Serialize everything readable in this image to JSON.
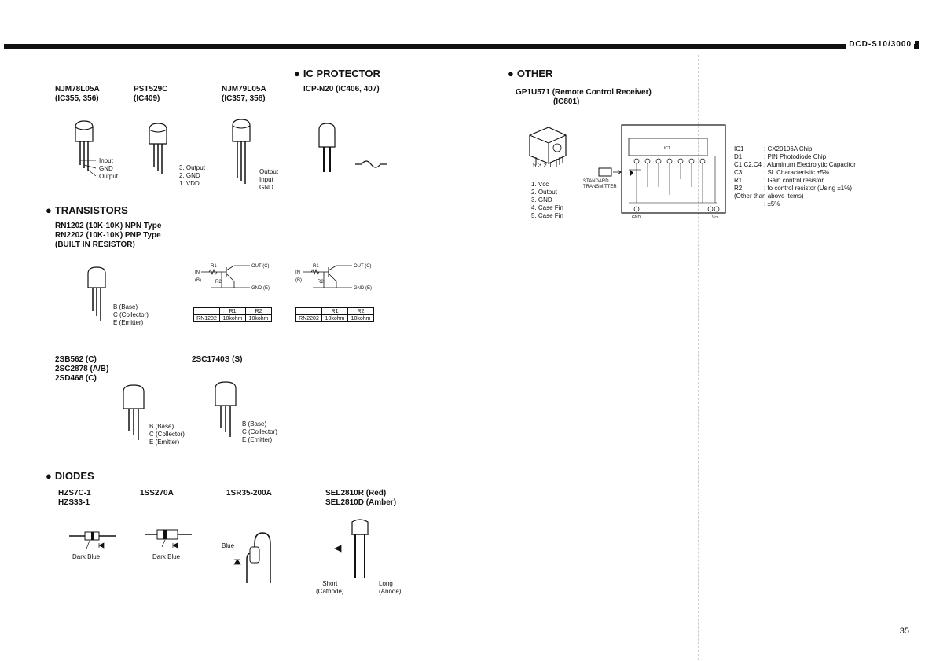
{
  "header": {
    "model": "DCD-S10/3000"
  },
  "page_number": "35",
  "ic_regulators": [
    {
      "part": "NJM78L05A",
      "refs": "(IC355, 356)",
      "pins": [
        "Input",
        "GND",
        "Output"
      ]
    },
    {
      "part": "PST529C",
      "refs": "(IC409)",
      "pins": [
        "3. Output",
        "2. GND",
        "1. VDD"
      ]
    },
    {
      "part": "NJM79L05A",
      "refs": "(IC357, 358)",
      "pins": [
        "Output",
        "Input",
        "GND"
      ]
    }
  ],
  "ic_protector": {
    "title": "IC PROTECTOR",
    "part": "ICP-N20 (IC406, 407)"
  },
  "transistors": {
    "title": "TRANSISTORS",
    "lines": [
      "RN1202 (10K-10K) NPN Type",
      "RN2202 (10K-10K) PNP Type",
      "(BUILT IN RESISTOR)"
    ],
    "pins": [
      "B (Base)",
      "C (Collector)",
      "E (Emitter)"
    ],
    "circuit": {
      "in": "IN",
      "b": "(B)",
      "r1": "R1",
      "r2": "R2",
      "out": "OUT (C)",
      "gnd": "GND (E)"
    },
    "tables": [
      {
        "header": [
          "",
          "R1",
          "R2"
        ],
        "row": [
          "RN1202",
          "10kohm",
          "10kohm"
        ]
      },
      {
        "header": [
          "",
          "R1",
          "R2"
        ],
        "row": [
          "RN2202",
          "10kohm",
          "10kohm"
        ]
      }
    ]
  },
  "transistors2": {
    "groupA": [
      "2SB562 (C)",
      "2SC2878 (A/B)",
      "2SD468 (C)"
    ],
    "groupB": [
      "2SC1740S (S)"
    ],
    "pins": [
      "B (Base)",
      "C (Collector)",
      "E (Emitter)"
    ]
  },
  "diodes": {
    "title": "DIODES",
    "items": [
      {
        "parts": [
          "HZS7C-1",
          "HZS33-1"
        ],
        "label": "Dark Blue"
      },
      {
        "parts": [
          "1SS270A"
        ],
        "label": "Dark Blue"
      },
      {
        "parts": [
          "1SR35-200A"
        ],
        "label": "Blue"
      },
      {
        "parts": [
          "SEL2810R (Red)",
          "SEL2810D (Amber)"
        ],
        "label_short": "Short",
        "label_short2": "(Cathode)",
        "label_long": "Long",
        "label_long2": "(Anode)"
      }
    ]
  },
  "other": {
    "title": "OTHER",
    "part": "GP1U571 (Remote Control Receiver)",
    "ref": "(IC801)",
    "pin_numbers": "5    3 2 1",
    "pins": [
      "1. Vcc",
      "2. Output",
      "3. GND",
      "4. Case Fin",
      "5. Case Fin"
    ],
    "transmitter": [
      "STANDARD",
      "TRANSMITTER"
    ],
    "schematic_labels": {
      "ic": "IC1",
      "gnd": "GND",
      "vcc": "Vcc"
    },
    "legend": [
      {
        "key": "IC1",
        "value": ": CX20106A Chip"
      },
      {
        "key": "D1",
        "value": ": PIN Photodiode Chip"
      },
      {
        "key": "C1,C2,C4",
        "value": ": Aluminum Electrolytic Capacitor"
      },
      {
        "key": "C3",
        "value": ": SL Characteristic ±5%"
      },
      {
        "key": "R1",
        "value": ": Gain control resistor"
      },
      {
        "key": "R2",
        "value": ": fo control resistor (Using ±1%)"
      }
    ],
    "legend_note": "(Other than above items)",
    "legend_note2": ": ±5%"
  }
}
